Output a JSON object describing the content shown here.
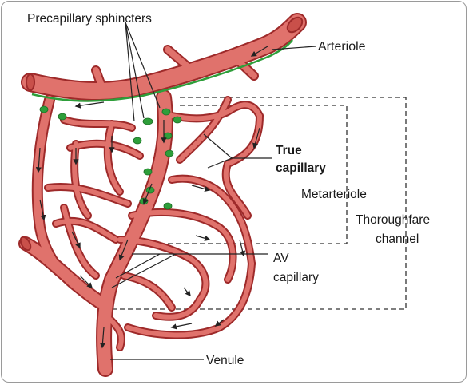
{
  "diagram": {
    "labels": {
      "precapillary_sphincters": "Precapillary sphincters",
      "arteriole": "Arteriole",
      "true_capillary_1": "True",
      "true_capillary_2": "capillary",
      "metarteriole": "Metarteriole",
      "thoroughfare_1": "Thoroughfare",
      "thoroughfare_2": "channel",
      "av_capillary_1": "AV",
      "av_capillary_2": "capillary",
      "venule": "Venule"
    },
    "colors": {
      "vessel_fill": "#e0726c",
      "vessel_outline": "#9e2a2a",
      "sphincter": "#2e9e3a",
      "line": "#222222"
    }
  }
}
